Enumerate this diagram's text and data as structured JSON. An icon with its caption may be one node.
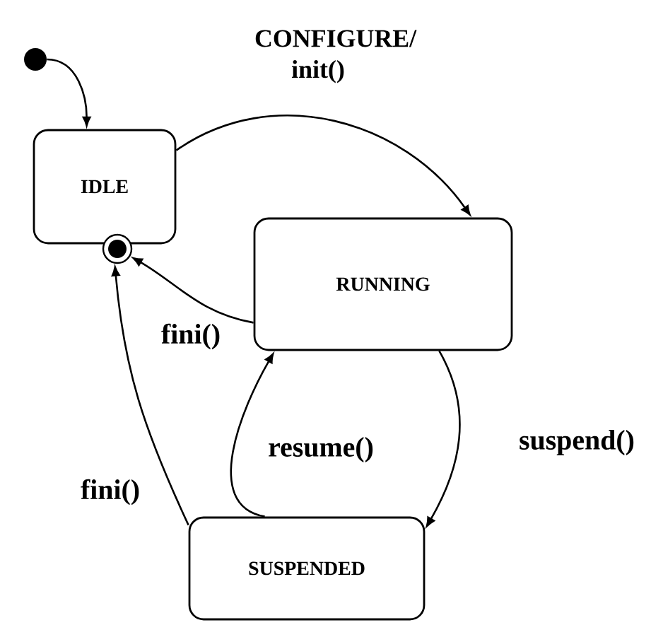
{
  "diagram": {
    "nodes": [
      {
        "text": [],
        "shape": "circle"
      },
      {
        "text": [
          "IDLE"
        ]
      },
      {
        "text": [],
        "shape": "circle"
      },
      {
        "text": [
          "RUNNING"
        ]
      },
      {
        "text": [
          "SUSPENDED"
        ]
      }
    ],
    "edges": [
      {
        "from": 0,
        "to": 1,
        "arrow": "to"
      },
      {
        "from": 1,
        "to": 3,
        "arrow": "to",
        "label": "CONFIGURE/ init()"
      },
      {
        "from": 3,
        "to": 2,
        "arrow": "to",
        "label": "fini()"
      },
      {
        "from": 4,
        "to": 2,
        "arrow": "to",
        "label": "fini()"
      },
      {
        "from": 3,
        "to": 4,
        "arrow": "to",
        "label": "suspend()"
      },
      {
        "from": 4,
        "to": 3,
        "arrow": "to",
        "label": "resume()"
      }
    ]
  }
}
